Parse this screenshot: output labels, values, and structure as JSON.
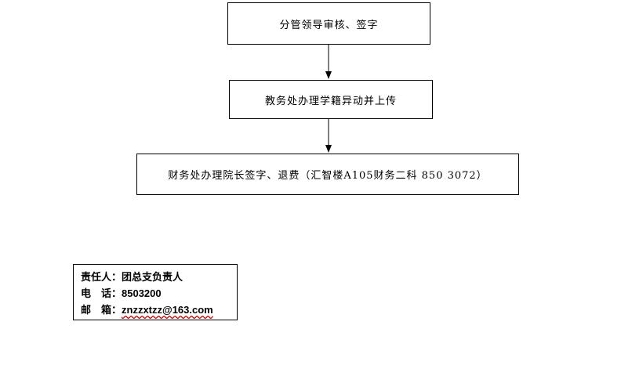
{
  "flow": {
    "steps": [
      {
        "label": "分管领导审核、签字"
      },
      {
        "label": "教务处办理学籍异动并上传"
      },
      {
        "label": "财务处办理院长签字、退费（汇智楼A105财务二科 850 3072）"
      }
    ]
  },
  "contact": {
    "responsible_label": "责任人：",
    "responsible_value": "团总支负责人",
    "phone_label": "电　话：",
    "phone_value": "8503200",
    "email_label": "邮　箱：",
    "email_value": "znzzxtzz@163.com"
  },
  "colors": {
    "line": "#000000",
    "background": "#ffffff",
    "spellcheck_underline": "#cc0000"
  }
}
